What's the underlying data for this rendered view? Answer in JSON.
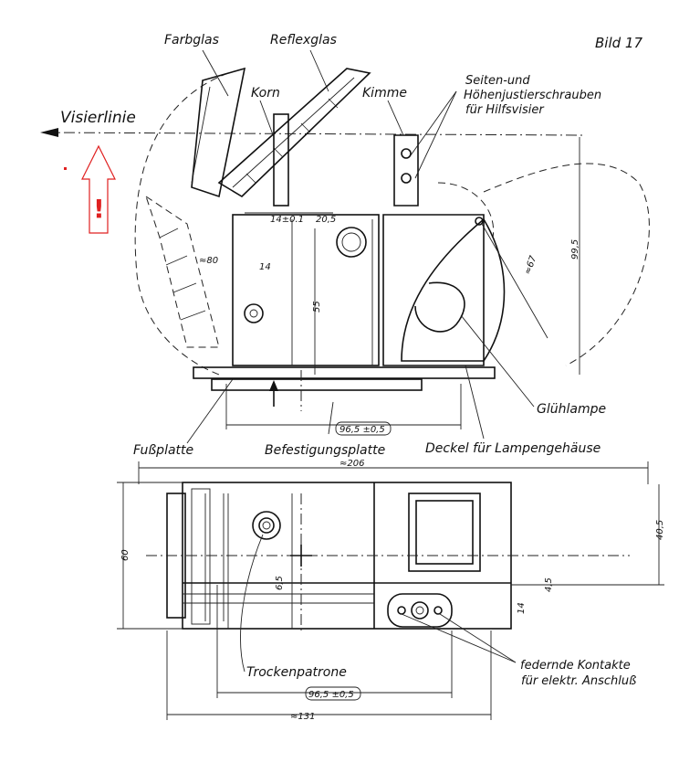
{
  "figure_number": "Bild 17",
  "labels": {
    "farbglas": "Farbglas",
    "reflexglas": "Reflexglas",
    "korn": "Korn",
    "kimme": "Kimme",
    "schrauben_line1": "Seiten-und",
    "schrauben_line2": "Höhenjustierschrauben",
    "schrauben_line3": "für Hilfsvisier",
    "visierlinie": "Visierlinie",
    "gluehlampe": "Glühlampe",
    "fussplatte": "Fußplatte",
    "befestigungsplatte": "Befestigungsplatte",
    "deckel": "Deckel für Lampengehäuse",
    "trockenpatrone": "Trockenpatrone",
    "kontakte_line1": "federnde Kontakte",
    "kontakte_line2": "für elektr. Anschluß",
    "exclamation": "!"
  },
  "dimensions": {
    "d_20_5": "20,5",
    "d_14": "14±0.1",
    "d_approx_80": "≈80",
    "d_14b": "14",
    "d_55": "55",
    "d_approx_67": "≈67",
    "d_99_5": "99,5",
    "d_96_5_top": "96,5 ±0,5",
    "d_approx_206": "≈206",
    "d_60": "60",
    "d_40_5": "40,5",
    "d_6_5": "6,5",
    "d_4_5": "4,5",
    "d_14c": "14",
    "d_96_5_bottom": "96,5 ±0,5",
    "d_approx_131": "≈131"
  },
  "colors": {
    "ink": "#111111",
    "annotation_red": "#e02020"
  }
}
